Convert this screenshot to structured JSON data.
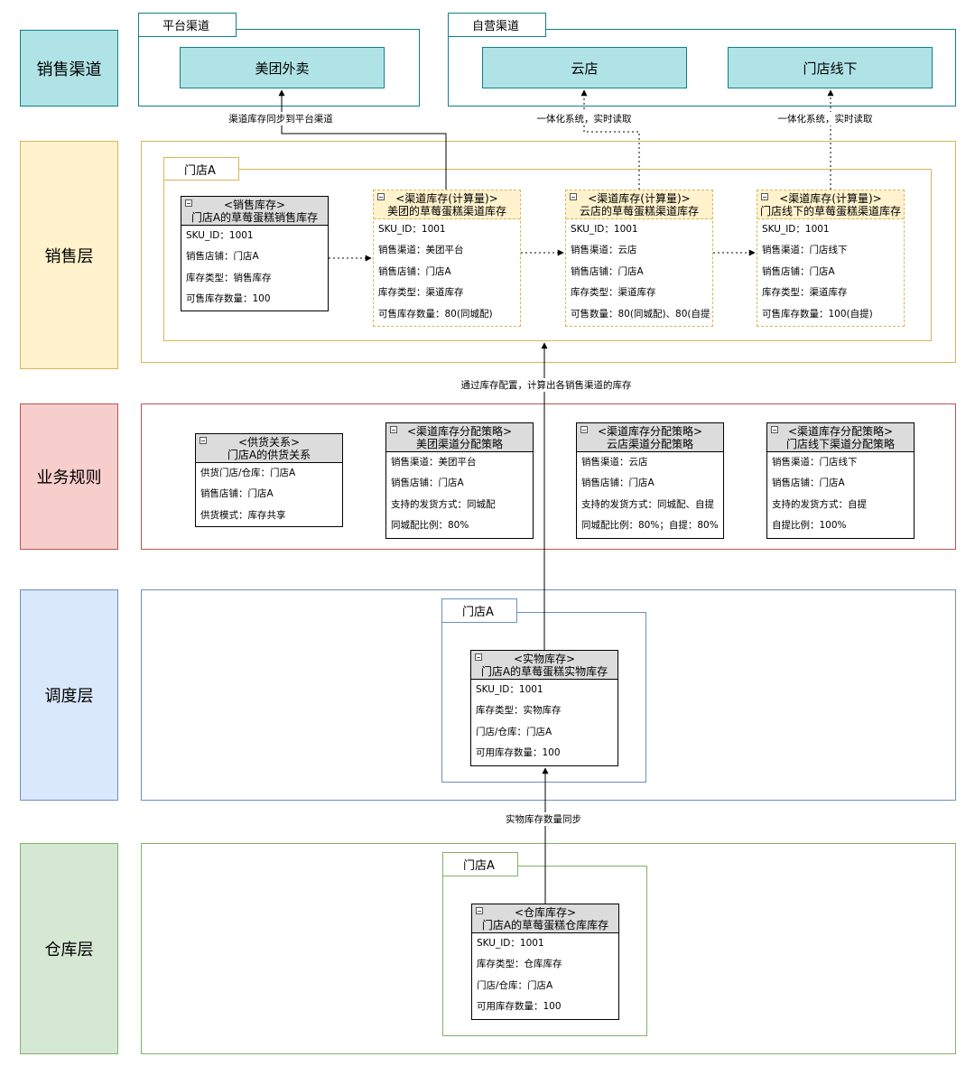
{
  "layers": {
    "sales_channel": "销售渠道",
    "sales": "销售层",
    "business_rules": "业务规则",
    "dispatch": "调度层",
    "warehouse": "仓库层"
  },
  "channels": {
    "platform_tab": "平台渠道",
    "self_tab": "自营渠道",
    "meituan": "美团外卖",
    "cloud_store": "云店",
    "store_offline": "门店线下"
  },
  "notes": {
    "sync_platform": "渠道库存同步到平台渠道",
    "realtime_cloud": "一体化系统，实时读取",
    "realtime_offline": "一体化系统，实时读取",
    "config_calc": "通过库存配置，计算出各销售渠道的库存",
    "physical_sync": "实物库存数量同步"
  },
  "store_tabs": {
    "sales": "门店A",
    "dispatch": "门店A",
    "warehouse": "门店A"
  },
  "sales_entities": [
    {
      "title1": "<销售库存>",
      "title2": "门店A的草莓蛋糕销售库存",
      "rows": [
        "SKU_ID：1001",
        "销售店铺：门店A",
        "库存类型：销售库存",
        "可售库存数量：100"
      ]
    },
    {
      "title1": "<渠道库存(计算量)>",
      "title2": "美团的草莓蛋糕渠道库存",
      "rows": [
        "SKU_ID：1001",
        "销售渠道：美团平台",
        "销售店铺：门店A",
        "库存类型：渠道库存",
        "可售库存数量：80(同城配)"
      ]
    },
    {
      "title1": "<渠道库存(计算量)>",
      "title2": "云店的草莓蛋糕渠道库存",
      "rows": [
        "SKU_ID：1001",
        "销售渠道：云店",
        "销售店铺：门店A",
        "库存类型：渠道库存",
        "可售数量：80(同城配)、80(自提"
      ]
    },
    {
      "title1": "<渠道库存(计算量)>",
      "title2": "门店线下的草莓蛋糕渠道库存",
      "rows": [
        "SKU_ID：1001",
        "销售渠道：门店线下",
        "销售店铺：门店A",
        "库存类型：渠道库存",
        "可售库存数量：100(自提)"
      ]
    }
  ],
  "rule_entities": [
    {
      "title1": "<供货关系>",
      "title2": "门店A的供货关系",
      "rows": [
        "供货门店/仓库：门店A",
        "销售店铺：门店A",
        "供货模式：库存共享"
      ]
    },
    {
      "title1": "<渠道库存分配策略>",
      "title2": "美团渠道分配策略",
      "rows": [
        "销售渠道：美团平台",
        "销售店铺：门店A",
        "支持的发货方式：同城配",
        "同城配比例：80%"
      ]
    },
    {
      "title1": "<渠道库存分配策略>",
      "title2": "云店渠道分配策略",
      "rows": [
        "销售渠道：云店",
        "销售店铺：门店A",
        "支持的发货方式：同城配、自提",
        "同城配比例：80%；自提：80%"
      ]
    },
    {
      "title1": "<渠道库存分配策略>",
      "title2": "门店线下渠道分配策略",
      "rows": [
        "销售渠道：门店线下",
        "销售店铺：门店A",
        "支持的发货方式：自提",
        "自提比例：100%"
      ]
    }
  ],
  "dispatch_entity": {
    "title1": "<实物库存>",
    "title2": "门店A的草莓蛋糕实物库存",
    "rows": [
      "SKU_ID：1001",
      "库存类型：实物库存",
      "门店/仓库：门店A",
      "可用库存数量：100"
    ]
  },
  "warehouse_entity": {
    "title1": "<仓库库存>",
    "title2": "门店A的草莓蛋糕仓库库存",
    "rows": [
      "SKU_ID：1001",
      "库存类型：仓库库存",
      "门店/仓库：门店A",
      "可用库存数量：100"
    ]
  }
}
